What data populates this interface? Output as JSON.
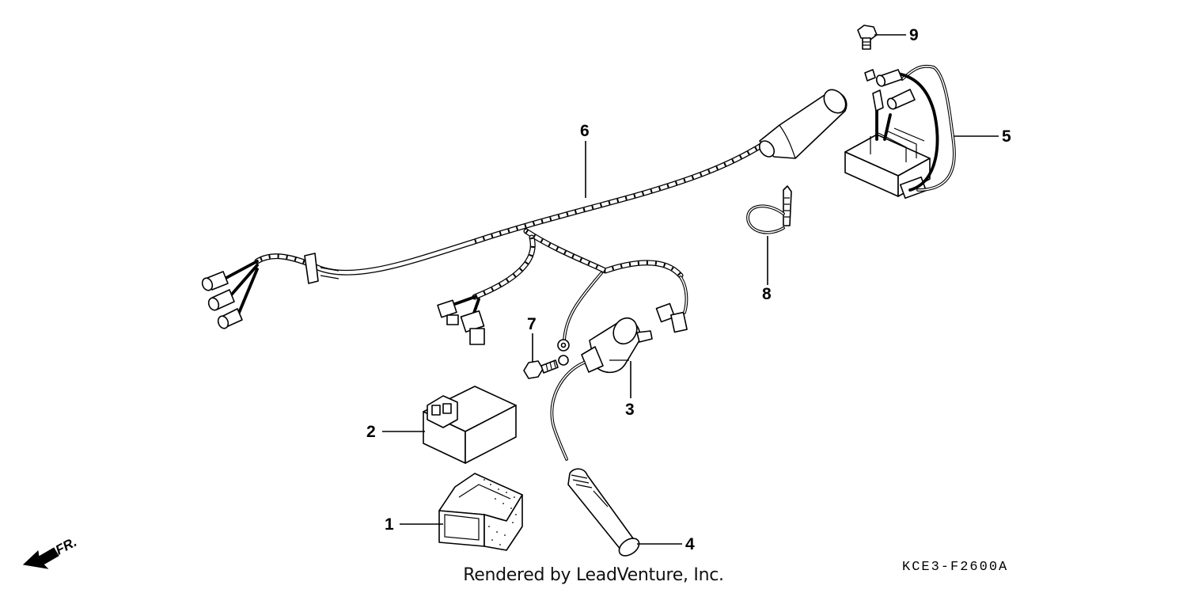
{
  "diagram": {
    "callouts": [
      {
        "id": "1",
        "label": "1"
      },
      {
        "id": "2",
        "label": "2"
      },
      {
        "id": "3",
        "label": "3"
      },
      {
        "id": "4",
        "label": "4"
      },
      {
        "id": "5",
        "label": "5"
      },
      {
        "id": "6",
        "label": "6"
      },
      {
        "id": "7",
        "label": "7"
      },
      {
        "id": "8",
        "label": "8"
      },
      {
        "id": "9",
        "label": "9"
      }
    ],
    "direction_label": "FR.",
    "reference_code": "KCE3-F2600A",
    "credit": "Rendered by LeadVenture, Inc."
  }
}
